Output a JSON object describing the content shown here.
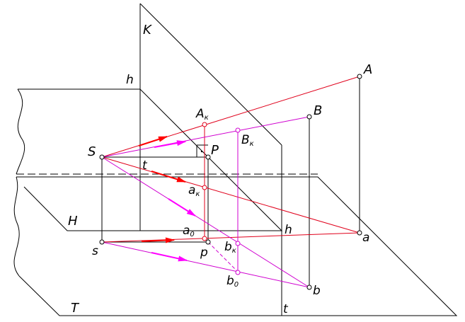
{
  "colors": {
    "frame": "#000000",
    "projection_a": "#e0001b",
    "projection_b": "#d000d0",
    "arrow_a": "#ff0000",
    "arrow_b": "#ff00ff",
    "background": "#ffffff"
  },
  "labels": {
    "K": "K",
    "h_top": "h",
    "H": "H",
    "h_right": "h",
    "T": "T",
    "t_bottom": "t",
    "t_mid": "t",
    "S": "S",
    "s": "s",
    "P": "P",
    "p": "p",
    "A": "A",
    "a": "a",
    "B": "B",
    "b": "b",
    "A_k": "A",
    "A_k_sub": "к",
    "B_k": "B",
    "B_k_sub": "к",
    "a_k": "a",
    "a_k_sub": "к",
    "b_k": "b",
    "b_k_sub": "к",
    "a_0": "a",
    "a_0_sub": "0",
    "b_0": "b",
    "b_0_sub": "0"
  }
}
